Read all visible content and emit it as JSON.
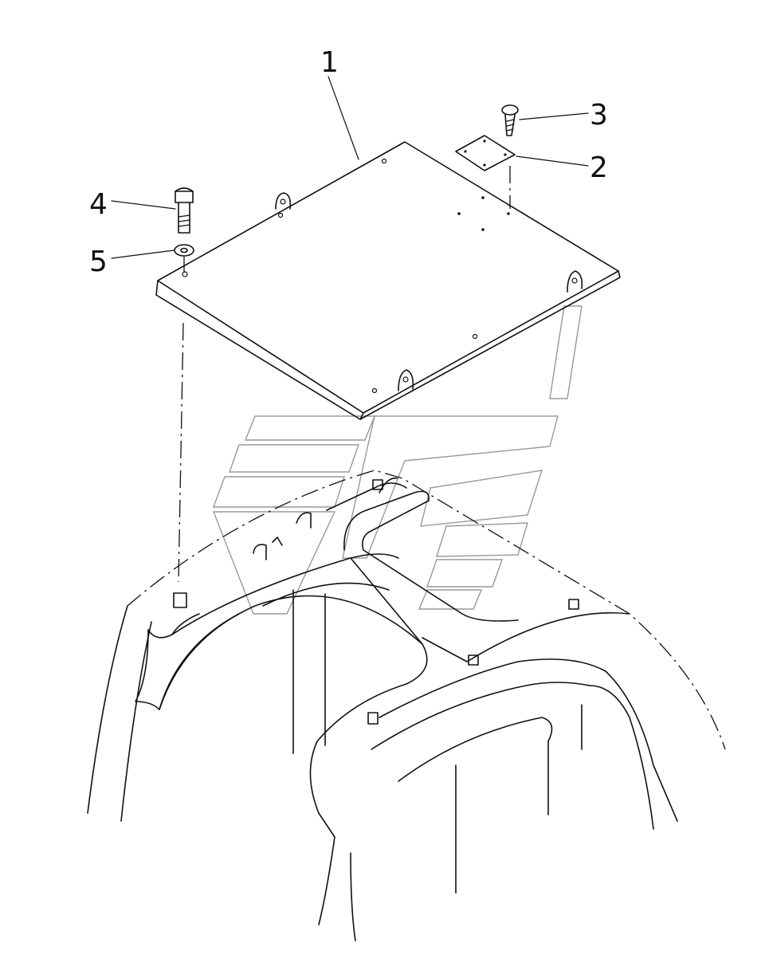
{
  "callouts": [
    {
      "id": "1",
      "label": "1"
    },
    {
      "id": "2",
      "label": "2"
    },
    {
      "id": "3",
      "label": "3"
    },
    {
      "id": "4",
      "label": "4"
    },
    {
      "id": "5",
      "label": "5"
    }
  ],
  "colors": {
    "line": "#111111",
    "watermark": "#999999",
    "background": "#ffffff"
  }
}
